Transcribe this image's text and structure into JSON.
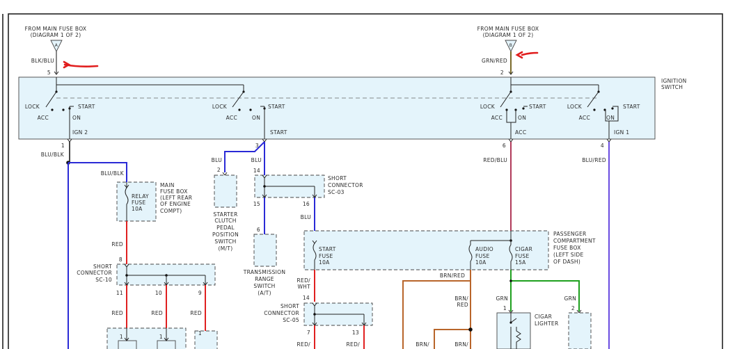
{
  "source_left": {
    "line1": "FROM MAIN FUSE BOX",
    "line2": "(DIAGRAM 1 OF 2)",
    "connector": "A",
    "wire": "BLK/BLU",
    "pin": "5"
  },
  "source_right": {
    "line1": "FROM MAIN FUSE BOX",
    "line2": "(DIAGRAM 1 OF 2)",
    "connector": "B",
    "wire": "GRN/RED",
    "pin": "2"
  },
  "ignition_switch": {
    "title1": "IGNITION",
    "title2": "SWITCH",
    "lock": "LOCK",
    "acc": "ACC",
    "on": "ON",
    "start": "START",
    "ign2": "IGN 2",
    "ign1": "IGN 1",
    "out_start": "START",
    "out_acc": "ACC"
  },
  "pins": {
    "p1": "1",
    "p3": "3",
    "p6": "6",
    "p4": "4",
    "p2a": "2",
    "p14a": "14",
    "p15": "15",
    "p16": "16",
    "p6b": "6",
    "p8": "8",
    "p11": "11",
    "p10": "10",
    "p9": "9",
    "p14b": "14",
    "p7": "7",
    "p13": "13",
    "p1a": "1",
    "p1b": "1",
    "p1c": "1",
    "p2b": "2"
  },
  "wires": {
    "blu_blk_1": "BLU/BLK",
    "blu_blk_2": "BLU/BLK",
    "blu_1": "BLU",
    "blu_2": "BLU",
    "blu_3": "BLU",
    "red_blu": "RED/BLU",
    "blu_red": "BLU/RED",
    "red_1": "RED",
    "red_11": "RED",
    "red_10": "RED",
    "red_9": "RED",
    "red_wht_1": "RED/",
    "red_wht_2": "WHT",
    "brn_red_top": "BRN/RED",
    "brn_red_mid1": "BRN/",
    "brn_red_mid2": "RED",
    "grn_1": "GRN",
    "grn_2": "GRN",
    "red_bl": "RED/",
    "red_br": "RED/",
    "brn_b1": "BRN/",
    "brn_b2": "BRN/"
  },
  "main_fuse_box": {
    "l1": "MAIN",
    "l2": "FUSE BOX",
    "l3": "(LEFT REAR",
    "l4": "OF ENGINE",
    "l5": "COMPT)",
    "fuse1": "RELAY",
    "fuse2": "FUSE",
    "fuse3": "10A"
  },
  "short_connector_sc03": {
    "l1": "SHORT",
    "l2": "CONNECTOR",
    "l3": "SC-03"
  },
  "short_connector_sc10": {
    "l1": "SHORT",
    "l2": "CONNECTOR",
    "l3": "SC-10"
  },
  "short_connector_sc05": {
    "l1": "SHORT",
    "l2": "CONNECTOR",
    "l3": "SC-05"
  },
  "starter_clutch": {
    "l1": "STARTER",
    "l2": "CLUTCH",
    "l3": "PEDAL",
    "l4": "POSITION",
    "l5": "SWITCH",
    "l6": "(M/T)"
  },
  "transmission_range": {
    "l1": "TRANSMISSION",
    "l2": "RANGE",
    "l3": "SWITCH",
    "l4": "(A/T)"
  },
  "passenger_fuse_box": {
    "l1": "PASSENGER",
    "l2": "COMPARTMENT",
    "l3": "FUSE BOX",
    "l4": "(LEFT SIDE",
    "l5": "OF DASH)",
    "start1": "START",
    "start2": "FUSE",
    "start3": "10A",
    "audio1": "AUDIO",
    "audio2": "FUSE",
    "audio3": "10A",
    "cigar1": "CIGAR",
    "cigar2": "FUSE",
    "cigar3": "15A"
  },
  "cigar_lighter": {
    "l1": "CIGAR",
    "l2": "LIGHTER"
  }
}
